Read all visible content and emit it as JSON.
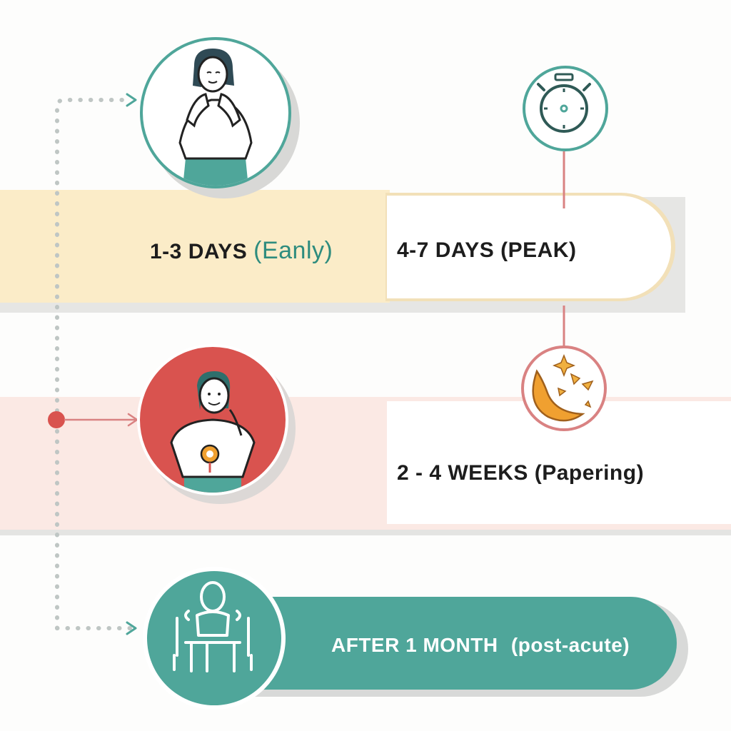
{
  "stages": {
    "early": {
      "label": "1-3 DAYS",
      "note": "(Eanly)"
    },
    "peak": {
      "label": "4-7 DAYS (PEAK)"
    },
    "papering": {
      "label": "2 - 4 WEEKS (Papering)"
    },
    "post": {
      "label": "AFTER 1 MONTH",
      "note": "(post-acute)"
    }
  },
  "colors": {
    "teal": "#4fa69a",
    "teal_dark": "#2e8c7e",
    "red": "#d9534f",
    "yellow_band": "#fbecc8",
    "pink_band": "#fbe9e4",
    "connector": "#bfc6c4",
    "pink_line": "#d98282"
  },
  "icons": {
    "early": "woman-anxious-icon",
    "peak": "stopwatch-icon",
    "papering": "woman-stomach-icon",
    "sleep": "moon-stars-icon",
    "post": "person-at-desk-icon"
  }
}
